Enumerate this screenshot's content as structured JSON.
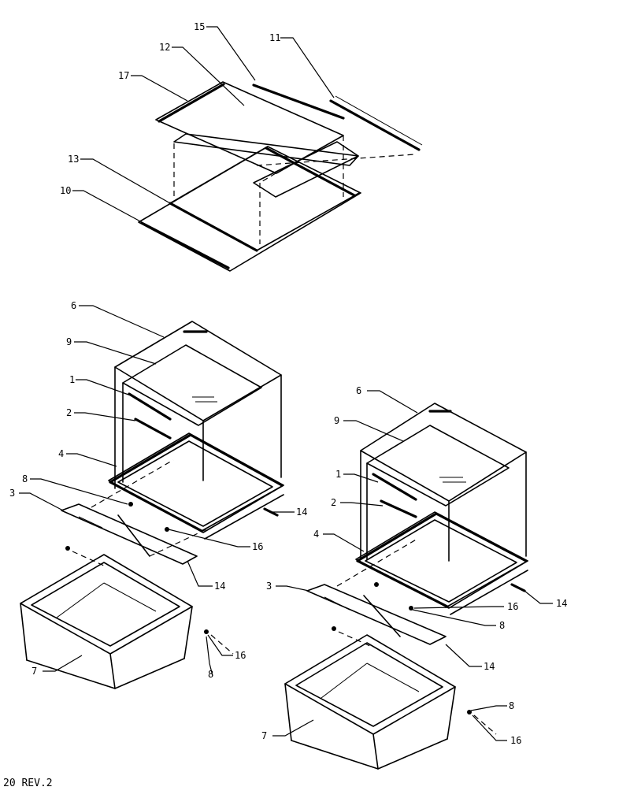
{
  "callouts": {
    "c15": "15",
    "c11": "11",
    "c12": "12",
    "c17": "17",
    "c13": "13",
    "c10": "10",
    "l6": "6",
    "l9": "9",
    "l1": "1",
    "l2": "2",
    "l4": "4",
    "l8a": "8",
    "l3": "3",
    "l14a": "14",
    "l16a": "16",
    "l14b": "14",
    "l16b": "16",
    "l8b": "8",
    "l7": "7",
    "r6": "6",
    "r9": "9",
    "r1": "1",
    "r2": "2",
    "r4": "4",
    "r3": "3",
    "r14a": "14",
    "r16a": "16",
    "r8a": "8",
    "r14b": "14",
    "r8b": "8",
    "r16b": "16",
    "r7": "7"
  },
  "caption": "20 REV.2"
}
